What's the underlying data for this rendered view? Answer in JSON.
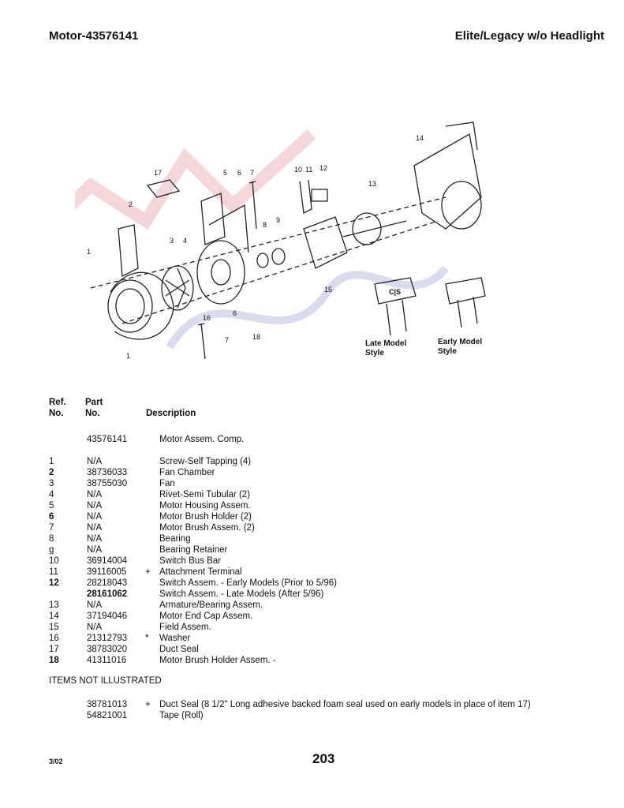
{
  "header": {
    "left": "Motor-43576141",
    "right": "Elite/Legacy w/o Headlight"
  },
  "diagram": {
    "callouts": [
      "17",
      "2",
      "1",
      "1",
      "3",
      "4",
      "5",
      "6",
      "7",
      "8",
      "9",
      "10",
      "11",
      "12",
      "13",
      "14",
      "15",
      "16",
      "6",
      "7",
      "18"
    ],
    "switch_late_label": [
      "Late Model",
      "Style"
    ],
    "switch_early_label": [
      "Early Model",
      "Style"
    ],
    "switch_badge": "C|S"
  },
  "table": {
    "col_ref": [
      "Ref.",
      "No."
    ],
    "col_part": [
      "Part",
      "No."
    ],
    "col_desc": "Description",
    "rows": [
      {
        "ref": "",
        "part": "43576141",
        "mark": "",
        "desc": "Motor Assem. Comp."
      },
      {
        "ref": "1",
        "part": "N/A",
        "mark": "",
        "desc": "Screw-Self Tapping (4)"
      },
      {
        "ref": "2",
        "part": "38736033",
        "mark": "",
        "desc": "Fan Chamber"
      },
      {
        "ref": "3",
        "part": "38755030",
        "mark": "",
        "desc": "Fan"
      },
      {
        "ref": "4",
        "part": "N/A",
        "mark": "",
        "desc": "Rivet-Semi Tubular (2)"
      },
      {
        "ref": "5",
        "part": "N/A",
        "mark": "",
        "desc": "Motor Housing Assem."
      },
      {
        "ref": "6",
        "part": "N/A",
        "mark": "",
        "desc": "Motor Brush Holder (2)"
      },
      {
        "ref": "7",
        "part": "N/A",
        "mark": "",
        "desc": "Motor Brush Assem. (2)"
      },
      {
        "ref": "8",
        "part": "N/A",
        "mark": "",
        "desc": "Bearing"
      },
      {
        "ref": "g",
        "part": "N/A",
        "mark": "",
        "desc": "Bearing Retainer"
      },
      {
        "ref": "10",
        "part": "36914004",
        "mark": "",
        "desc": "Switch Bus Bar"
      },
      {
        "ref": "11",
        "part": "39116005",
        "mark": "+",
        "desc": "Attachment Terminal"
      },
      {
        "ref": "12",
        "part": "28218043",
        "mark": "",
        "desc": "Switch Assem. - Early Models (Prior to 5/96)"
      },
      {
        "ref": "",
        "part": "28161062",
        "mark": "",
        "desc": "Switch Assem. - Late Models (After 5/96)"
      },
      {
        "ref": "13",
        "part": "N/A",
        "mark": "",
        "desc": "Armature/Bearing Assem."
      },
      {
        "ref": "14",
        "part": "37194046",
        "mark": "",
        "desc": "Motor End Cap Assem."
      },
      {
        "ref": "15",
        "part": "N/A",
        "mark": "",
        "desc": "Field Assem."
      },
      {
        "ref": "16",
        "part": "21312793",
        "mark": "*",
        "desc": "Washer"
      },
      {
        "ref": "17",
        "part": "38783020",
        "mark": "",
        "desc": "Duct Seal"
      },
      {
        "ref": "18",
        "part": "41311016",
        "mark": "",
        "desc": "Motor Brush Holder Assem. -"
      }
    ]
  },
  "not_illustrated": {
    "heading": "ITEMS NOT ILLUSTRATED",
    "rows": [
      {
        "part": "38781013",
        "mark": "+",
        "desc": "Duct Seal (8 1/2\" Long adhesive backed foam seal used on early models in place of item 17)"
      },
      {
        "part": "54821001",
        "mark": "",
        "desc": "Tape (Roll)"
      }
    ]
  },
  "footer": {
    "date": "3/02",
    "page": "203"
  }
}
